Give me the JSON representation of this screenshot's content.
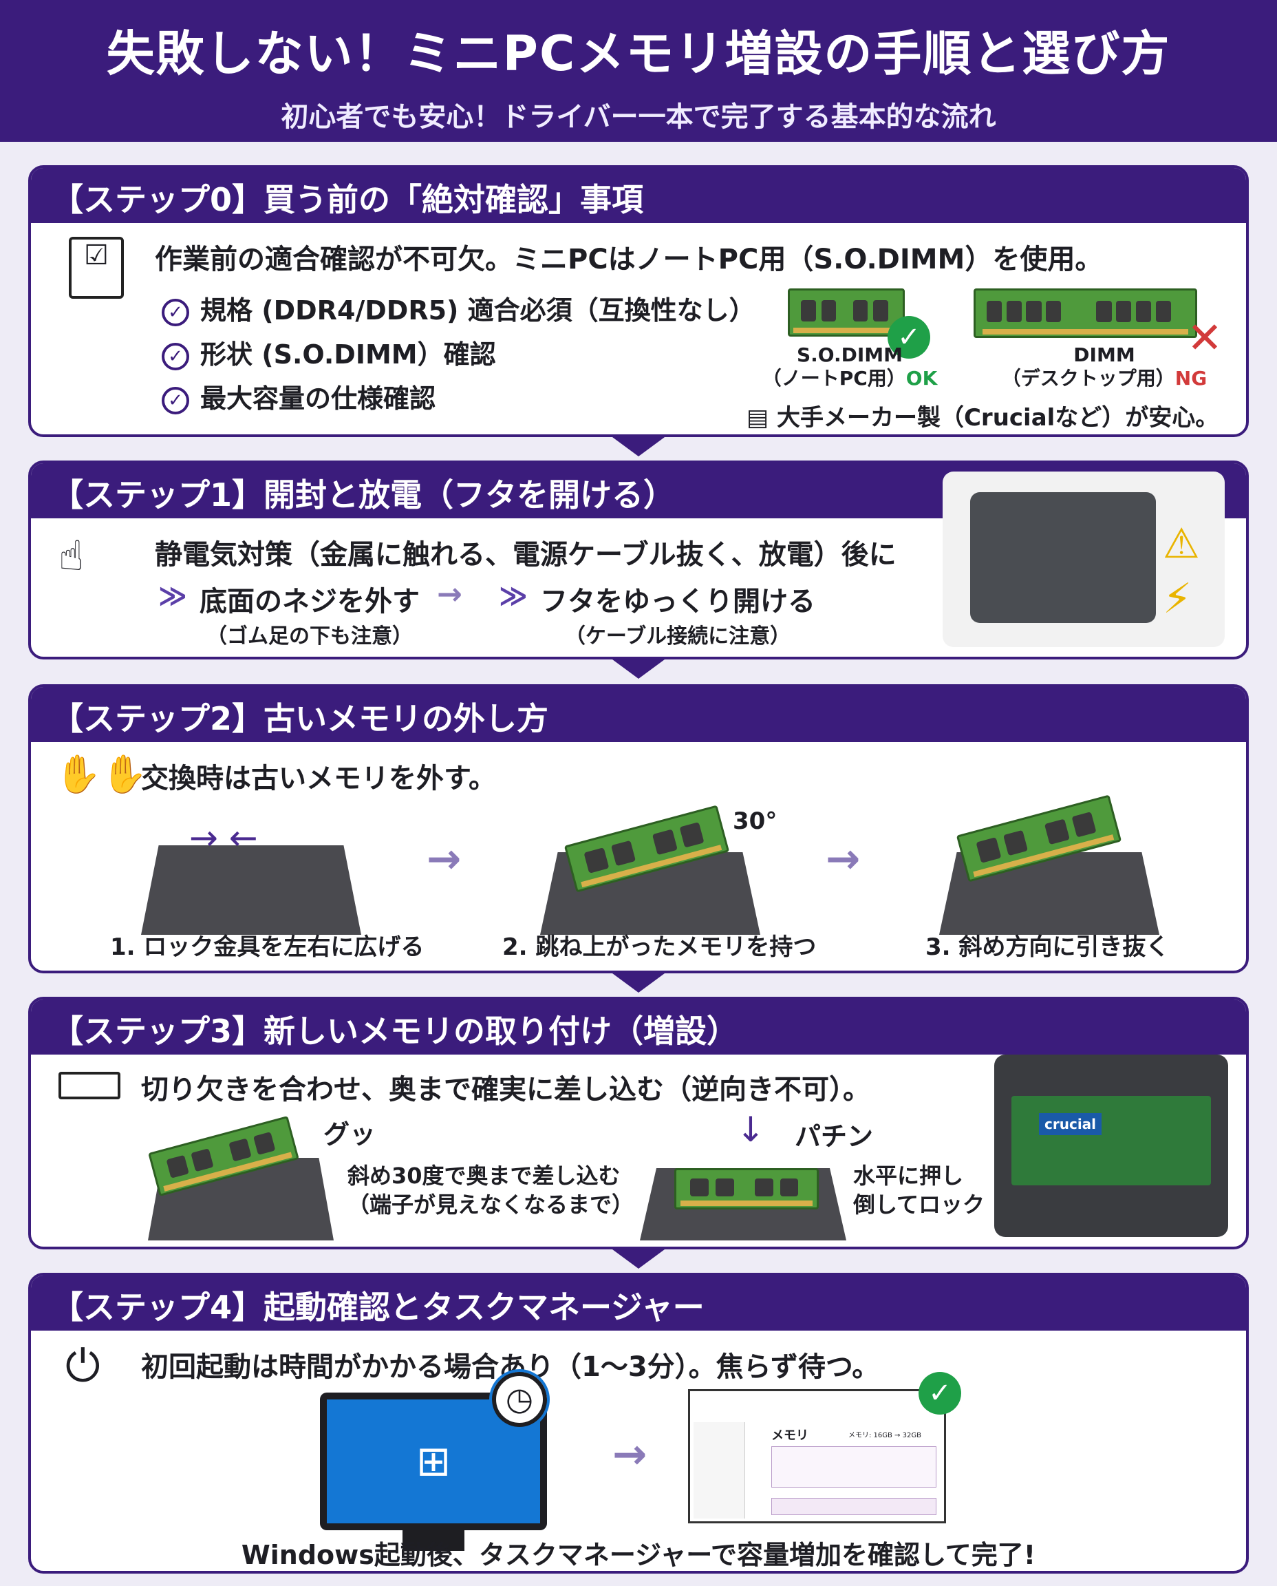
{
  "header": {
    "title": "失敗しない！ミニPCメモリ増設の手順と選び方",
    "subtitle": "初心者でも安心！ドライバー一本で完了する基本的な流れ"
  },
  "step0": {
    "title": "【ステップ0】買う前の「絶対確認」事項",
    "lead": "作業前の適合確認が不可欠。ミニPCはノートPC用（S.O.DIMM）を使用。",
    "checks": [
      "規格 (DDR4/DDR5) 適合必須（互換性なし）",
      "形状 (S.O.DIMM）確認",
      "最大容量の仕様確認"
    ],
    "sodimm": {
      "name": "S.O.DIMM",
      "use": "（ノートPC用）",
      "verdict": "OK"
    },
    "dimm": {
      "name": "DIMM",
      "use": "（デスクトップ用）",
      "verdict": "NG"
    },
    "maker": "大手メーカー製（Crucialなど）が安心。"
  },
  "step1": {
    "title": "【ステップ1】開封と放電（フタを開ける）",
    "lead": "静電気対策（金属に触れる、電源ケーブル抜く、放電）後に",
    "a": "底面のネジを外す",
    "a_note": "（ゴム足の下も注意）",
    "b": "フタをゆっくり開ける",
    "b_note": "（ケーブル接続に注意）"
  },
  "step2": {
    "title": "【ステップ2】古いメモリの外し方",
    "lead": "交換時は古いメモリを外す。",
    "angle": "30°",
    "steps": [
      "1. ロック金具を左右に広げる",
      "2. 跳ね上がったメモリを持つ",
      "3. 斜め方向に引き抜く"
    ]
  },
  "step3": {
    "title": "【ステップ3】新しいメモリの取り付け（増設）",
    "lead": "切り欠きを合わせ、奥まで確実に差し込む（逆向き不可）。",
    "sound1": "グッ",
    "desc1a": "斜め30度で奥まで差し込む",
    "desc1b": "（端子が見えなくなるまで）",
    "sound2": "パチン",
    "desc2a": "水平に押し",
    "desc2b": "倒してロック",
    "brand": "crucial"
  },
  "step4": {
    "title": "【ステップ4】起動確認とタスクマネージャー",
    "lead": "初回起動は時間がかかる場合あり（1〜3分）。焦らず待つ。",
    "tm_title": "メモリ",
    "tm_value": "メモリ: 16GB → 32GB",
    "footer": "Windows起動後、タスクマネージャーで容量増加を確認して完了!"
  },
  "colors": {
    "purple": "#3b1c7c",
    "ok": "#1fa048",
    "ng": "#d23a3a"
  }
}
